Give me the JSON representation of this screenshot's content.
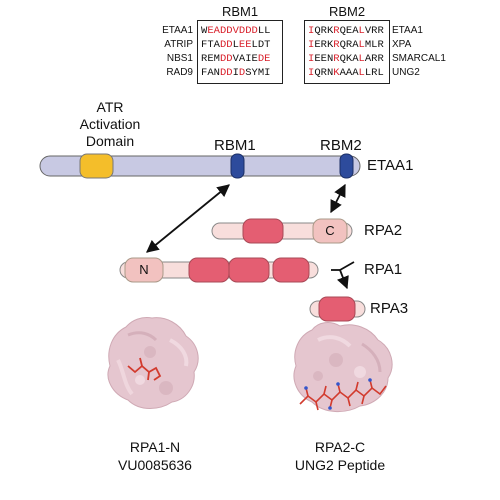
{
  "headers": {
    "rbm1": "RBM1",
    "rbm2": "RBM2"
  },
  "rbm1_rows": [
    {
      "name": "ETAA1",
      "seq": "WEADDVDDDLL",
      "red": [
        1,
        2,
        3,
        4,
        5,
        6,
        7,
        8
      ]
    },
    {
      "name": "ATRIP",
      "seq": "FTADDLEELDT",
      "red": [
        3,
        4,
        6,
        7
      ]
    },
    {
      "name": "NBS1",
      "seq": "REMDDVAIEDE",
      "red": [
        3,
        4,
        9,
        10
      ]
    },
    {
      "name": "RAD9",
      "seq": "FANDDIDSYMI",
      "red": [
        3,
        4,
        6
      ]
    }
  ],
  "rbm2_rows": [
    {
      "name": "ETAA1",
      "seq": "IQRKRQEALVRR",
      "red": [
        0,
        4,
        8
      ]
    },
    {
      "name": "XPA",
      "seq": "IERKRQRALMLR",
      "red": [
        0,
        4,
        8
      ]
    },
    {
      "name": "SMARCAL1",
      "seq": "IEENRQKALARR",
      "red": [
        0,
        4,
        8
      ]
    },
    {
      "name": "UNG2",
      "seq": "IQRNKAAALLRL",
      "red": [
        0,
        4,
        8
      ]
    }
  ],
  "diagram": {
    "atr_label_lines": [
      "ATR",
      "Activation",
      "Domain"
    ],
    "rbm1_label": "RBM1",
    "rbm2_label": "RBM2",
    "etaa1_label": "ETAA1",
    "rpa2_label": "RPA2",
    "rpa2_domain": "C",
    "rpa1_label": "RPA1",
    "rpa1_domain": "N",
    "rpa3_label": "RPA3"
  },
  "captions": {
    "left": [
      "RPA1-N",
      "VU0085636"
    ],
    "right": [
      "RPA2-C",
      "UNG2 Peptide"
    ]
  },
  "colors": {
    "etaa1_bar": "#c8c9e3",
    "atr_domain": "#f4be2a",
    "rbm_motif": "#2d4b9c",
    "rpa_bar": "#f8dedc",
    "rpa_domain": "#e45e72",
    "rpa_pale_domain": "#f2c2c0",
    "highlight": "#d81f2a",
    "surface": "#e5c6cf"
  }
}
